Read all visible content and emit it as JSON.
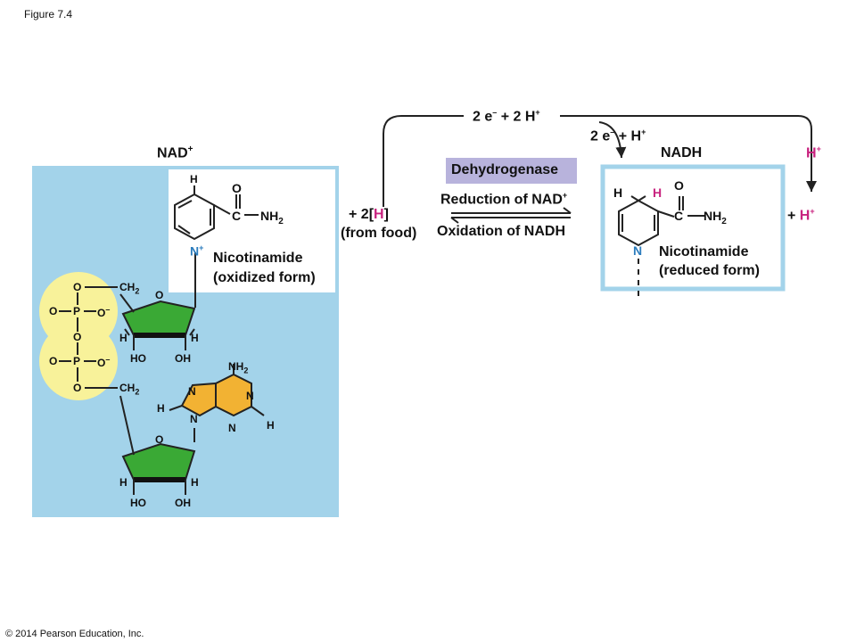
{
  "figure_label": "Figure 7.4",
  "copyright": "© 2014 Pearson Education, Inc.",
  "nad": {
    "title": "NAD",
    "title_sup": "+",
    "nicotinamide_line1": "Nicotinamide",
    "nicotinamide_line2": "(oxidized form)",
    "atoms": {
      "H": "H",
      "O": "O",
      "C": "C",
      "NH2": "NH",
      "sub2": "2",
      "Nplus": "N",
      "plus": "+",
      "CH2": "CH",
      "HO": "HO",
      "OH": "OH",
      "N": "N",
      "P": "P",
      "Ominus": "O",
      "minus": "–"
    }
  },
  "reaction": {
    "top_electrons": "2 e",
    "top_electrons_sup": "–",
    "top_plus": "+",
    "top_protons": "2 H",
    "top_protons_sup": "+",
    "mid_electrons": "2 e",
    "mid_electrons_sup": "–",
    "mid_plus": "+",
    "mid_protons": "H",
    "mid_protons_sup": "+",
    "side_proton": "H",
    "side_proton_sup": "+",
    "enzyme": "Dehydrogenase",
    "reduction": "Reduction of NAD",
    "reduction_sup": "+",
    "oxidation": "Oxidation of NADH",
    "food_plus": "+",
    "food_h_pre": "2[",
    "food_h": "H",
    "food_h_post": "]",
    "food_note": "(from food)",
    "right_plus": "+",
    "right_proton": "H",
    "right_proton_sup": "+"
  },
  "nadh": {
    "title": "NADH",
    "nicotinamide_line1": "Nicotinamide",
    "nicotinamide_line2": "(reduced form)"
  },
  "colors": {
    "panel_blue": "#a3d3ea",
    "phosphate_yellow": "#f8f29a",
    "ribose_green": "#3aa935",
    "adenine_gold": "#f2b233",
    "accent_pink": "#c8237f",
    "enzyme_lavender": "#b8b3dc",
    "nitrogen_blue": "#2b7cbd"
  }
}
